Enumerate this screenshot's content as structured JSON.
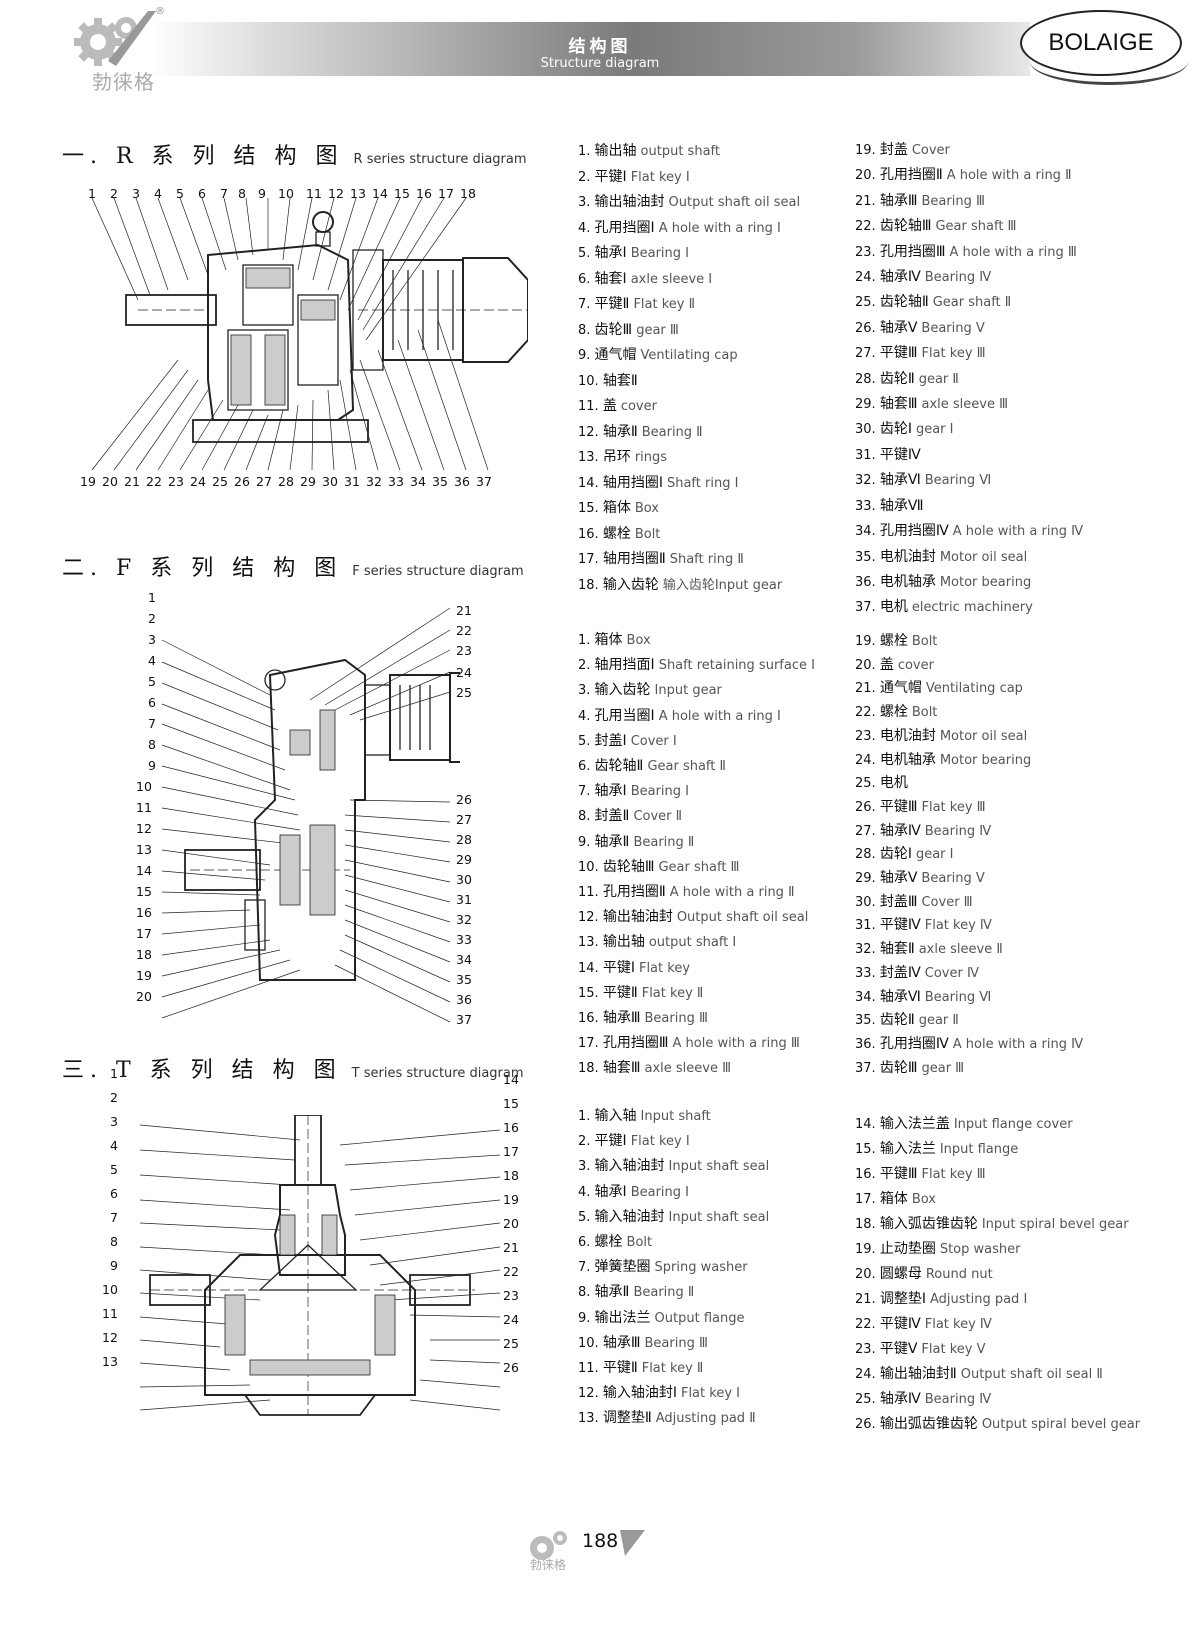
{
  "header": {
    "title_cn": "结构图",
    "title_en": "Structure diagram",
    "brand": "BOLAIGE",
    "logo_text": "勃徕格",
    "reg": "®"
  },
  "sections": {
    "r": {
      "title_cn": "一. R 系 列 结 构 图",
      "title_en": "R series structure diagram",
      "top_numbers": [
        "1",
        "2",
        "3",
        "4",
        "5",
        "6",
        "7",
        "8",
        "9",
        "10",
        "11",
        "12",
        "13",
        "14",
        "15",
        "16",
        "17",
        "18"
      ],
      "bottom_numbers": [
        "19",
        "20",
        "21",
        "22",
        "23",
        "24",
        "25",
        "26",
        "27",
        "28",
        "29",
        "30",
        "31",
        "32",
        "33",
        "34",
        "35",
        "36",
        "37"
      ]
    },
    "f": {
      "title_cn": "二. F 系 列 结 构 图",
      "title_en": "F series structure diagram",
      "left_numbers": [
        "1",
        "2",
        "3",
        "4",
        "5",
        "6",
        "7",
        "8",
        "9",
        "10",
        "11",
        "12",
        "13",
        "14",
        "15",
        "16",
        "17",
        "18",
        "19",
        "20"
      ],
      "right_top_numbers": [
        "21",
        "22",
        "23",
        "24",
        "25"
      ],
      "right_numbers": [
        "26",
        "27",
        "28",
        "29",
        "30",
        "31",
        "32",
        "33",
        "34",
        "35",
        "36",
        "37"
      ]
    },
    "t": {
      "title_cn": "三. T 系 列 结 构 图",
      "title_en": "T series structure diagram",
      "left_numbers": [
        "1",
        "2",
        "3",
        "4",
        "5",
        "6",
        "7",
        "8",
        "9",
        "10",
        "11",
        "12",
        "13"
      ],
      "right_numbers": [
        "14",
        "15",
        "16",
        "17",
        "18",
        "19",
        "20",
        "21",
        "22",
        "23",
        "24",
        "25",
        "26"
      ]
    }
  },
  "r_parts_left": [
    {
      "n": "1.",
      "cn": "输出轴",
      "en": "output shaft"
    },
    {
      "n": "2.",
      "cn": "平键Ⅰ",
      "en": "Flat key Ⅰ"
    },
    {
      "n": "3.",
      "cn": "输出轴油封",
      "en": "Output shaft oil seal"
    },
    {
      "n": "4.",
      "cn": "孔用挡圈Ⅰ",
      "en": "A hole with a ring Ⅰ"
    },
    {
      "n": "5.",
      "cn": "轴承Ⅰ",
      "en": "Bearing Ⅰ"
    },
    {
      "n": "6.",
      "cn": "轴套Ⅰ",
      "en": "axle sleeve Ⅰ"
    },
    {
      "n": "7.",
      "cn": "平键Ⅱ",
      "en": "Flat key Ⅱ"
    },
    {
      "n": "8.",
      "cn": "齿轮Ⅲ",
      "en": "gear Ⅲ"
    },
    {
      "n": "9.",
      "cn": "通气帽",
      "en": "Ventilating cap"
    },
    {
      "n": "10.",
      "cn": "轴套Ⅱ",
      "en": ""
    },
    {
      "n": "11.",
      "cn": "盖",
      "en": "cover"
    },
    {
      "n": "12.",
      "cn": "轴承Ⅱ",
      "en": "Bearing Ⅱ"
    },
    {
      "n": "13.",
      "cn": "吊环",
      "en": "rings"
    },
    {
      "n": "14.",
      "cn": "轴用挡圈Ⅰ",
      "en": "Shaft ring Ⅰ"
    },
    {
      "n": "15.",
      "cn": "箱体",
      "en": "Box"
    },
    {
      "n": "16.",
      "cn": "螺栓",
      "en": "Bolt"
    },
    {
      "n": "17.",
      "cn": "轴用挡圈Ⅱ",
      "en": "Shaft ring Ⅱ"
    },
    {
      "n": "18.",
      "cn": "输入齿轮",
      "en": "输入齿轮Input gear"
    }
  ],
  "r_parts_right": [
    {
      "n": "19.",
      "cn": "封盖",
      "en": "Cover"
    },
    {
      "n": "20.",
      "cn": "孔用挡圈Ⅱ",
      "en": "A hole with a ring Ⅱ"
    },
    {
      "n": "21.",
      "cn": "轴承Ⅲ",
      "en": "Bearing Ⅲ"
    },
    {
      "n": "22.",
      "cn": "齿轮轴Ⅲ",
      "en": "Gear shaft Ⅲ"
    },
    {
      "n": "23.",
      "cn": "孔用挡圈Ⅲ",
      "en": "A hole with a ring Ⅲ"
    },
    {
      "n": "24.",
      "cn": "轴承Ⅳ",
      "en": "Bearing Ⅳ"
    },
    {
      "n": "25.",
      "cn": "齿轮轴Ⅱ",
      "en": "Gear shaft Ⅱ"
    },
    {
      "n": "26.",
      "cn": "轴承Ⅴ",
      "en": "Bearing Ⅴ"
    },
    {
      "n": "27.",
      "cn": "平键Ⅲ",
      "en": "Flat key Ⅲ"
    },
    {
      "n": "28.",
      "cn": "齿轮Ⅱ",
      "en": "gear Ⅱ"
    },
    {
      "n": "29.",
      "cn": "轴套Ⅲ",
      "en": "axle sleeve Ⅲ"
    },
    {
      "n": "30.",
      "cn": "齿轮Ⅰ",
      "en": "gear Ⅰ"
    },
    {
      "n": "31.",
      "cn": "平键Ⅳ",
      "en": ""
    },
    {
      "n": "32.",
      "cn": "轴承Ⅵ",
      "en": "Bearing Ⅵ"
    },
    {
      "n": "33.",
      "cn": "轴承Ⅶ",
      "en": ""
    },
    {
      "n": "34.",
      "cn": "孔用挡圈Ⅳ",
      "en": "A hole with a ring Ⅳ"
    },
    {
      "n": "35.",
      "cn": "电机油封",
      "en": "Motor oil seal"
    },
    {
      "n": "36.",
      "cn": "电机轴承",
      "en": "Motor bearing"
    },
    {
      "n": "37.",
      "cn": "电机",
      "en": "electric machinery"
    }
  ],
  "f_parts_left": [
    {
      "n": "1.",
      "cn": "箱体",
      "en": "Box"
    },
    {
      "n": "2.",
      "cn": "轴用挡面Ⅰ",
      "en": "Shaft retaining surface Ⅰ"
    },
    {
      "n": "3.",
      "cn": "输入齿轮",
      "en": "Input gear"
    },
    {
      "n": "4.",
      "cn": "孔用当圈Ⅰ",
      "en": "A hole with a ring Ⅰ"
    },
    {
      "n": "5.",
      "cn": "封盖Ⅰ",
      "en": "Cover Ⅰ"
    },
    {
      "n": "6.",
      "cn": "齿轮轴Ⅱ",
      "en": "Gear shaft Ⅱ"
    },
    {
      "n": "7.",
      "cn": "轴承Ⅰ",
      "en": "Bearing Ⅰ"
    },
    {
      "n": "8.",
      "cn": "封盖Ⅱ",
      "en": "Cover Ⅱ"
    },
    {
      "n": "9.",
      "cn": "轴承Ⅱ",
      "en": "Bearing Ⅱ"
    },
    {
      "n": "10.",
      "cn": "齿轮轴Ⅲ",
      "en": "Gear shaft Ⅲ"
    },
    {
      "n": "11.",
      "cn": "孔用挡圈Ⅱ",
      "en": "A hole with a ring Ⅱ"
    },
    {
      "n": "12.",
      "cn": "输出轴油封",
      "en": "Output shaft oil seal"
    },
    {
      "n": "13.",
      "cn": "输出轴",
      "en": "output shaft Ⅰ"
    },
    {
      "n": "14.",
      "cn": "平键Ⅰ",
      "en": "Flat key"
    },
    {
      "n": "15.",
      "cn": "平键Ⅱ",
      "en": "Flat key Ⅱ"
    },
    {
      "n": "16.",
      "cn": "轴承Ⅲ",
      "en": "Bearing Ⅲ"
    },
    {
      "n": "17.",
      "cn": "孔用挡圈Ⅲ",
      "en": "A hole with a ring Ⅲ"
    },
    {
      "n": "18.",
      "cn": "轴套Ⅲ",
      "en": "axle sleeve Ⅲ"
    }
  ],
  "f_parts_right": [
    {
      "n": "19.",
      "cn": "螺栓",
      "en": "Bolt"
    },
    {
      "n": "20.",
      "cn": "盖",
      "en": "cover"
    },
    {
      "n": "21.",
      "cn": "通气帽",
      "en": "Ventilating cap"
    },
    {
      "n": "22.",
      "cn": "螺栓",
      "en": "Bolt"
    },
    {
      "n": "23.",
      "cn": "电机油封",
      "en": "Motor oil seal"
    },
    {
      "n": "24.",
      "cn": "电机轴承",
      "en": "Motor bearing"
    },
    {
      "n": "25.",
      "cn": "电机",
      "en": ""
    },
    {
      "n": "26.",
      "cn": "平键Ⅲ",
      "en": "Flat key Ⅲ"
    },
    {
      "n": "27.",
      "cn": "轴承Ⅳ",
      "en": "Bearing Ⅳ"
    },
    {
      "n": "28.",
      "cn": "齿轮Ⅰ",
      "en": "gear Ⅰ"
    },
    {
      "n": "29.",
      "cn": "轴承Ⅴ",
      "en": "Bearing Ⅴ"
    },
    {
      "n": "30.",
      "cn": "封盖Ⅲ",
      "en": "Cover Ⅲ"
    },
    {
      "n": "31.",
      "cn": "平键Ⅳ",
      "en": "Flat key Ⅳ"
    },
    {
      "n": "32.",
      "cn": "轴套Ⅱ",
      "en": "axle sleeve Ⅱ"
    },
    {
      "n": "33.",
      "cn": "封盖Ⅳ",
      "en": "Cover Ⅳ"
    },
    {
      "n": "34.",
      "cn": "轴承Ⅵ",
      "en": "Bearing Ⅵ"
    },
    {
      "n": "35.",
      "cn": "齿轮Ⅱ",
      "en": "gear Ⅱ"
    },
    {
      "n": "36.",
      "cn": "孔用挡圈Ⅳ",
      "en": "A hole with a ring Ⅳ"
    },
    {
      "n": "37.",
      "cn": "齿轮Ⅲ",
      "en": "gear Ⅲ"
    }
  ],
  "t_parts_left": [
    {
      "n": "1.",
      "cn": "输入轴",
      "en": "Input shaft"
    },
    {
      "n": "2.",
      "cn": "平键Ⅰ",
      "en": "Flat key Ⅰ"
    },
    {
      "n": "3.",
      "cn": "输入轴油封",
      "en": "Input shaft seal"
    },
    {
      "n": "4.",
      "cn": "轴承Ⅰ",
      "en": "Bearing Ⅰ"
    },
    {
      "n": "5.",
      "cn": "输入轴油封",
      "en": "Input shaft seal"
    },
    {
      "n": "6.",
      "cn": "螺栓",
      "en": "Bolt"
    },
    {
      "n": "7.",
      "cn": "弹簧垫圈",
      "en": "Spring washer"
    },
    {
      "n": "8.",
      "cn": "轴承Ⅱ",
      "en": "Bearing Ⅱ"
    },
    {
      "n": "9.",
      "cn": "输出法兰",
      "en": "Output flange"
    },
    {
      "n": "10.",
      "cn": "轴承Ⅲ",
      "en": "Bearing Ⅲ"
    },
    {
      "n": "11.",
      "cn": "平键Ⅱ",
      "en": "Flat key Ⅱ"
    },
    {
      "n": "12.",
      "cn": "输入轴油封Ⅰ",
      "en": "Flat key Ⅰ"
    },
    {
      "n": "13.",
      "cn": "调整垫Ⅱ",
      "en": "Adjusting pad Ⅱ"
    }
  ],
  "t_parts_right": [
    {
      "n": "14.",
      "cn": "输入法兰盖",
      "en": "Input flange cover"
    },
    {
      "n": "15.",
      "cn": "输入法兰",
      "en": "Input flange"
    },
    {
      "n": "16.",
      "cn": "平键Ⅲ",
      "en": "Flat key Ⅲ"
    },
    {
      "n": "17.",
      "cn": "箱体",
      "en": "Box"
    },
    {
      "n": "18.",
      "cn": "输入弧齿锥齿轮",
      "en": "Input spiral bevel gear"
    },
    {
      "n": "19.",
      "cn": "止动垫圈",
      "en": "Stop washer"
    },
    {
      "n": "20.",
      "cn": "圆螺母",
      "en": "Round nut"
    },
    {
      "n": "21.",
      "cn": "调整垫Ⅰ",
      "en": "Adjusting pad Ⅰ"
    },
    {
      "n": "22.",
      "cn": "平键Ⅳ",
      "en": "Flat key Ⅳ"
    },
    {
      "n": "23.",
      "cn": "平键Ⅴ",
      "en": "Flat key Ⅴ"
    },
    {
      "n": "24.",
      "cn": "输出轴油封Ⅱ",
      "en": "Output shaft oil seal Ⅱ"
    },
    {
      "n": "25.",
      "cn": "轴承Ⅳ",
      "en": "Bearing Ⅳ"
    },
    {
      "n": "26.",
      "cn": "输出弧齿锥齿轮",
      "en": "Output spiral bevel gear"
    }
  ],
  "footer": {
    "page": "188",
    "logo_text": "勃徕格"
  }
}
